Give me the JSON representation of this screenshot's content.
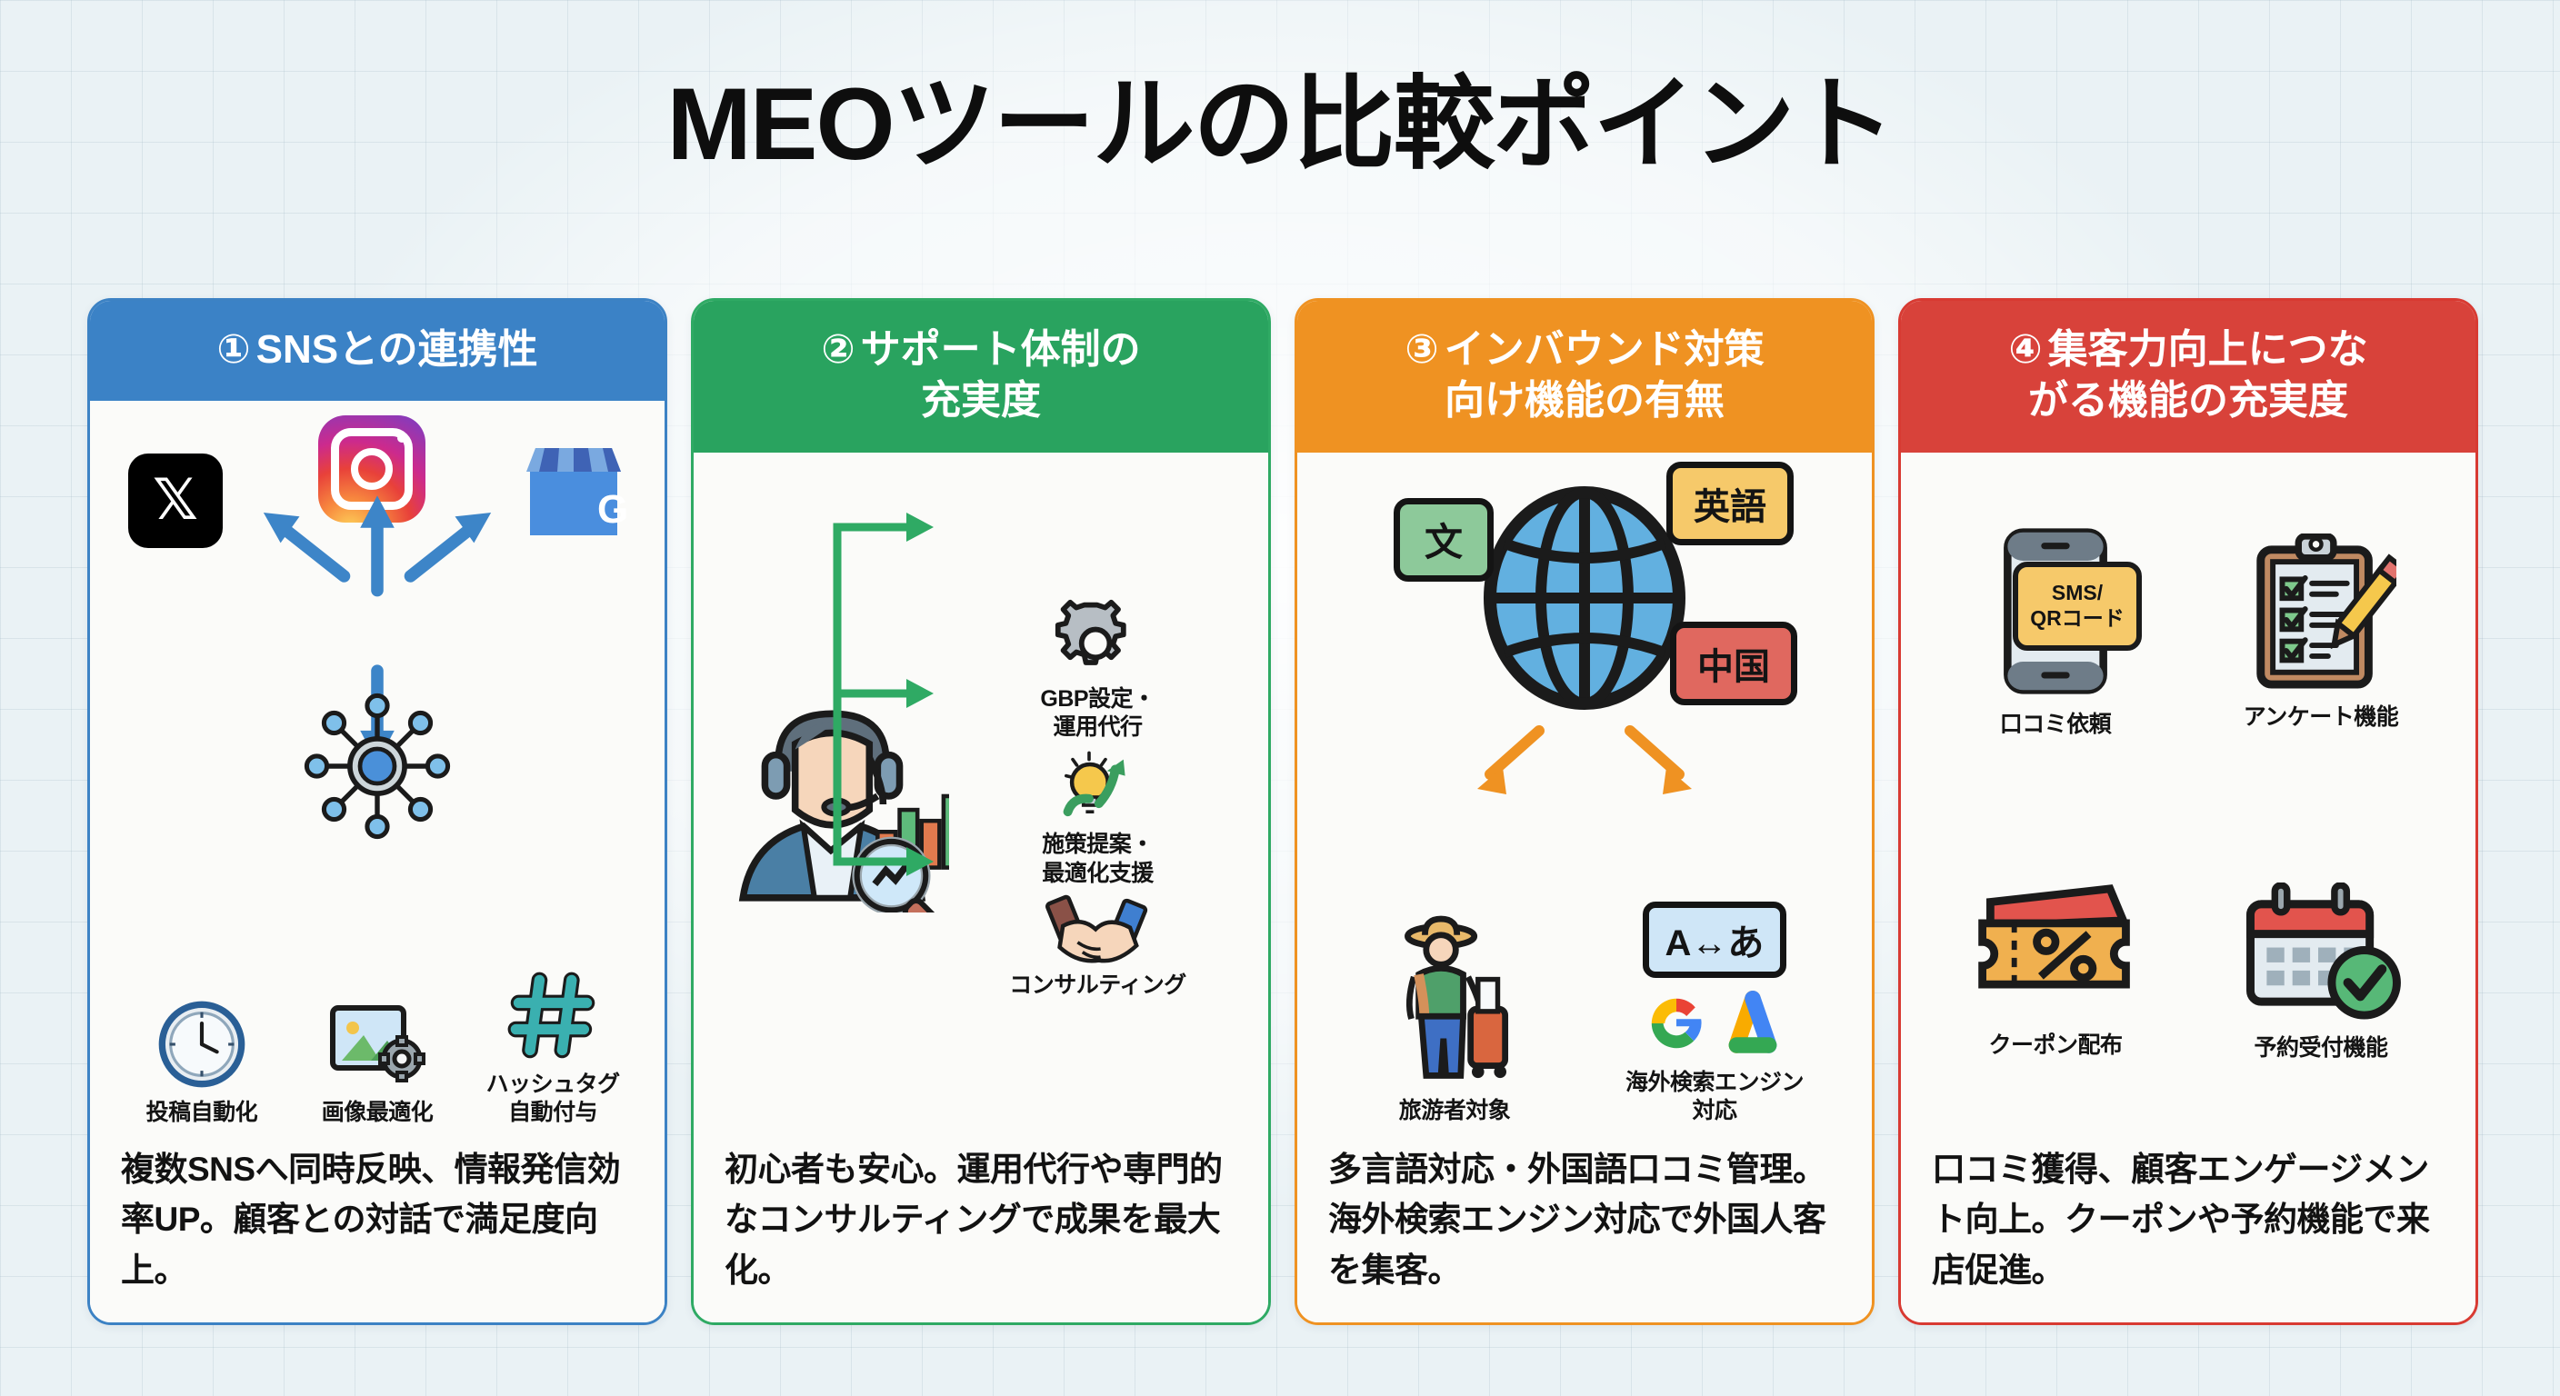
{
  "page": {
    "title": "MEOツールの比較ポイント",
    "background_color": "#eaf2f5"
  },
  "colors": {
    "card1": "#3b82c6",
    "card2": "#29a35f",
    "card3": "#ef9222",
    "card4": "#d8423a"
  },
  "cards": [
    {
      "number": "①",
      "heading_line1": "SNSとの連携性",
      "heading_line2": "",
      "accent": "#3b82c6",
      "icons": [
        {
          "name": "x-logo",
          "label": ""
        },
        {
          "name": "instagram-logo",
          "label": ""
        },
        {
          "name": "google-business-profile-logo",
          "label": ""
        },
        {
          "name": "network-hub-icon",
          "label": ""
        }
      ],
      "features": [
        {
          "icon": "clock-icon",
          "label": "投稿自動化"
        },
        {
          "icon": "image-gear-icon",
          "label": "画像最適化"
        },
        {
          "icon": "hashtag-icon",
          "label": "ハッシュタグ\n自動付与"
        }
      ],
      "description": "複数SNSへ同時反映、情報発信効率UP。顧客との対話で満足度向上。"
    },
    {
      "number": "②",
      "heading_line1": "サポート体制の",
      "heading_line2": "充実度",
      "accent": "#29a35f",
      "icons": [
        {
          "name": "support-agent-icon",
          "label": ""
        },
        {
          "name": "bar-chart-icon",
          "label": ""
        },
        {
          "name": "magnifier-trend-icon",
          "label": ""
        }
      ],
      "features": [
        {
          "icon": "gear-icon",
          "label": "GBP設定・\n運用代行"
        },
        {
          "icon": "lightbulb-arrow-icon",
          "label": "施策提案・\n最適化支援"
        },
        {
          "icon": "handshake-icon",
          "label": "コンサルティング"
        }
      ],
      "description": "初心者も安心。運用代行や専門的なコンサルティングで成果を最大化。"
    },
    {
      "number": "③",
      "heading_line1": "インバウンド対策",
      "heading_line2": "向け機能の有無",
      "accent": "#ef9222",
      "globe": {
        "icon": "globe-icon",
        "bubbles": [
          {
            "text": "文",
            "color": "#8dc99a"
          },
          {
            "text": "英語",
            "color": "#f6c96a"
          },
          {
            "text": "中国",
            "color": "#e0685f"
          }
        ]
      },
      "features": [
        {
          "icon": "traveler-icon",
          "label": "旅游者対象"
        },
        {
          "icon": "translate-icon",
          "label": "海外検索エンジン\n対応",
          "badge": "A↔あ"
        }
      ],
      "description": "多言語対応・外国語口コミ管理。海外検索エンジン対応で外国人客を集客。"
    },
    {
      "number": "④",
      "heading_line1": "集客力向上につな",
      "heading_line2": "がる機能の充実度",
      "accent": "#d8423a",
      "features": [
        {
          "icon": "smartphone-sms-icon",
          "label": "口コミ依頼",
          "badge": "SMS/\nQRコード"
        },
        {
          "icon": "clipboard-checklist-icon",
          "label": "アンケート機能"
        },
        {
          "icon": "coupon-percent-icon",
          "label": "クーポン配布"
        },
        {
          "icon": "calendar-check-icon",
          "label": "予約受付機能"
        }
      ],
      "description": "口コミ獲得、顧客エンゲージメント向上。クーポンや予約機能で来店促進。"
    }
  ]
}
